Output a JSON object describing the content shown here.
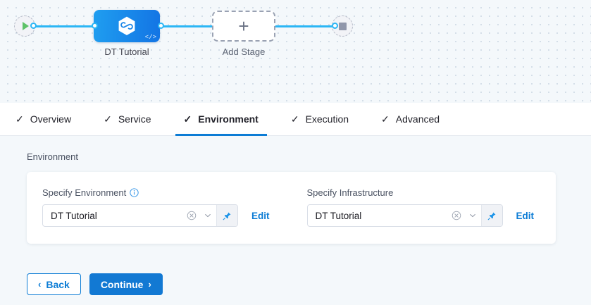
{
  "pipeline": {
    "start_node": {
      "icon": "play-icon",
      "name": "start-node"
    },
    "end_node": {
      "icon": "stop-icon",
      "name": "end-node"
    },
    "stage": {
      "label": "DT Tutorial",
      "icon": "harness-hexagon-icon",
      "badge_icon": "code-icon",
      "badge_text": "</>"
    },
    "add_stage": {
      "label": "Add Stage",
      "icon": "plus-icon",
      "plus": "+"
    }
  },
  "tabs": [
    {
      "label": "Overview",
      "check": "✓",
      "active": false
    },
    {
      "label": "Service",
      "check": "✓",
      "active": false
    },
    {
      "label": "Environment",
      "check": "✓",
      "active": true
    },
    {
      "label": "Execution",
      "check": "✓",
      "active": false
    },
    {
      "label": "Advanced",
      "check": "✓",
      "active": false
    }
  ],
  "main": {
    "section_title": "Environment",
    "environment_field": {
      "label": "Specify Environment",
      "has_info_icon": true,
      "value": "DT Tutorial",
      "clear_icon": "clear-circle-icon",
      "chevron_icon": "chevron-down-icon",
      "pin_icon": "pin-icon",
      "edit_label": "Edit"
    },
    "infrastructure_field": {
      "label": "Specify Infrastructure",
      "has_info_icon": false,
      "value": "DT Tutorial",
      "clear_icon": "clear-circle-icon",
      "chevron_icon": "chevron-down-icon",
      "pin_icon": "pin-icon",
      "edit_label": "Edit"
    }
  },
  "footer": {
    "back_label": "Back",
    "back_arrow": "‹",
    "continue_label": "Continue",
    "continue_arrow": "›"
  },
  "colors": {
    "accent_blue": "#0c7cd5",
    "edge_blue": "#2bb6f5",
    "node_blue": "#1374e4",
    "canvas_bg": "#f4f8fb",
    "body_bg": "#f4f8fb",
    "play_green": "#5ec268",
    "stop_gray": "#9197ab"
  }
}
